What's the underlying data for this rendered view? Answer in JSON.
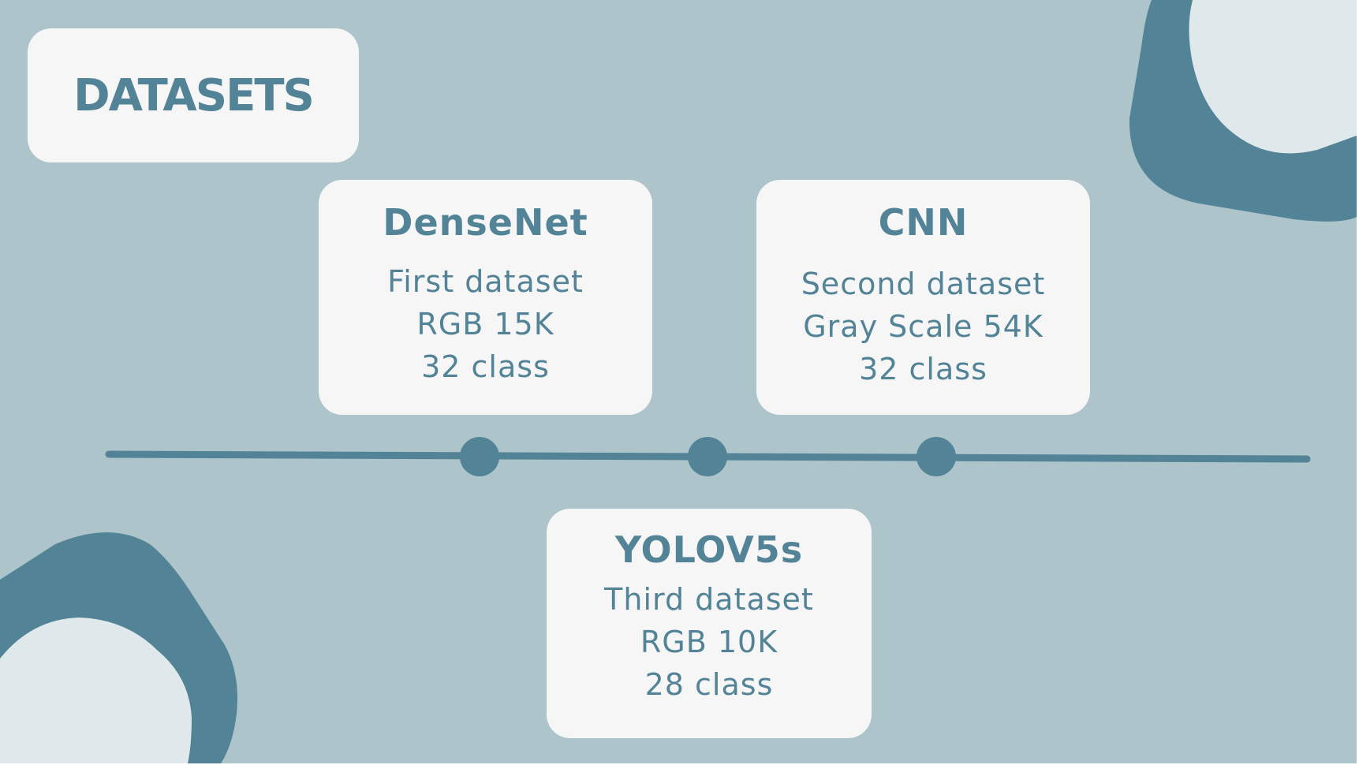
{
  "title": "DATASETS",
  "colors": {
    "background": "#adc4cb",
    "accent": "#528396",
    "card": "#f6f6f6",
    "blob_light": "#dfe9ec"
  },
  "cards": [
    {
      "title": "DenseNet",
      "lines": [
        "First dataset",
        "RGB 15K",
        "32 class"
      ]
    },
    {
      "title": "CNN",
      "lines": [
        "Second dataset",
        "Gray Scale 54K",
        "32 class"
      ]
    },
    {
      "title": "YOLOV5s",
      "lines": [
        "Third dataset",
        "RGB 10K",
        "28 class"
      ]
    }
  ]
}
